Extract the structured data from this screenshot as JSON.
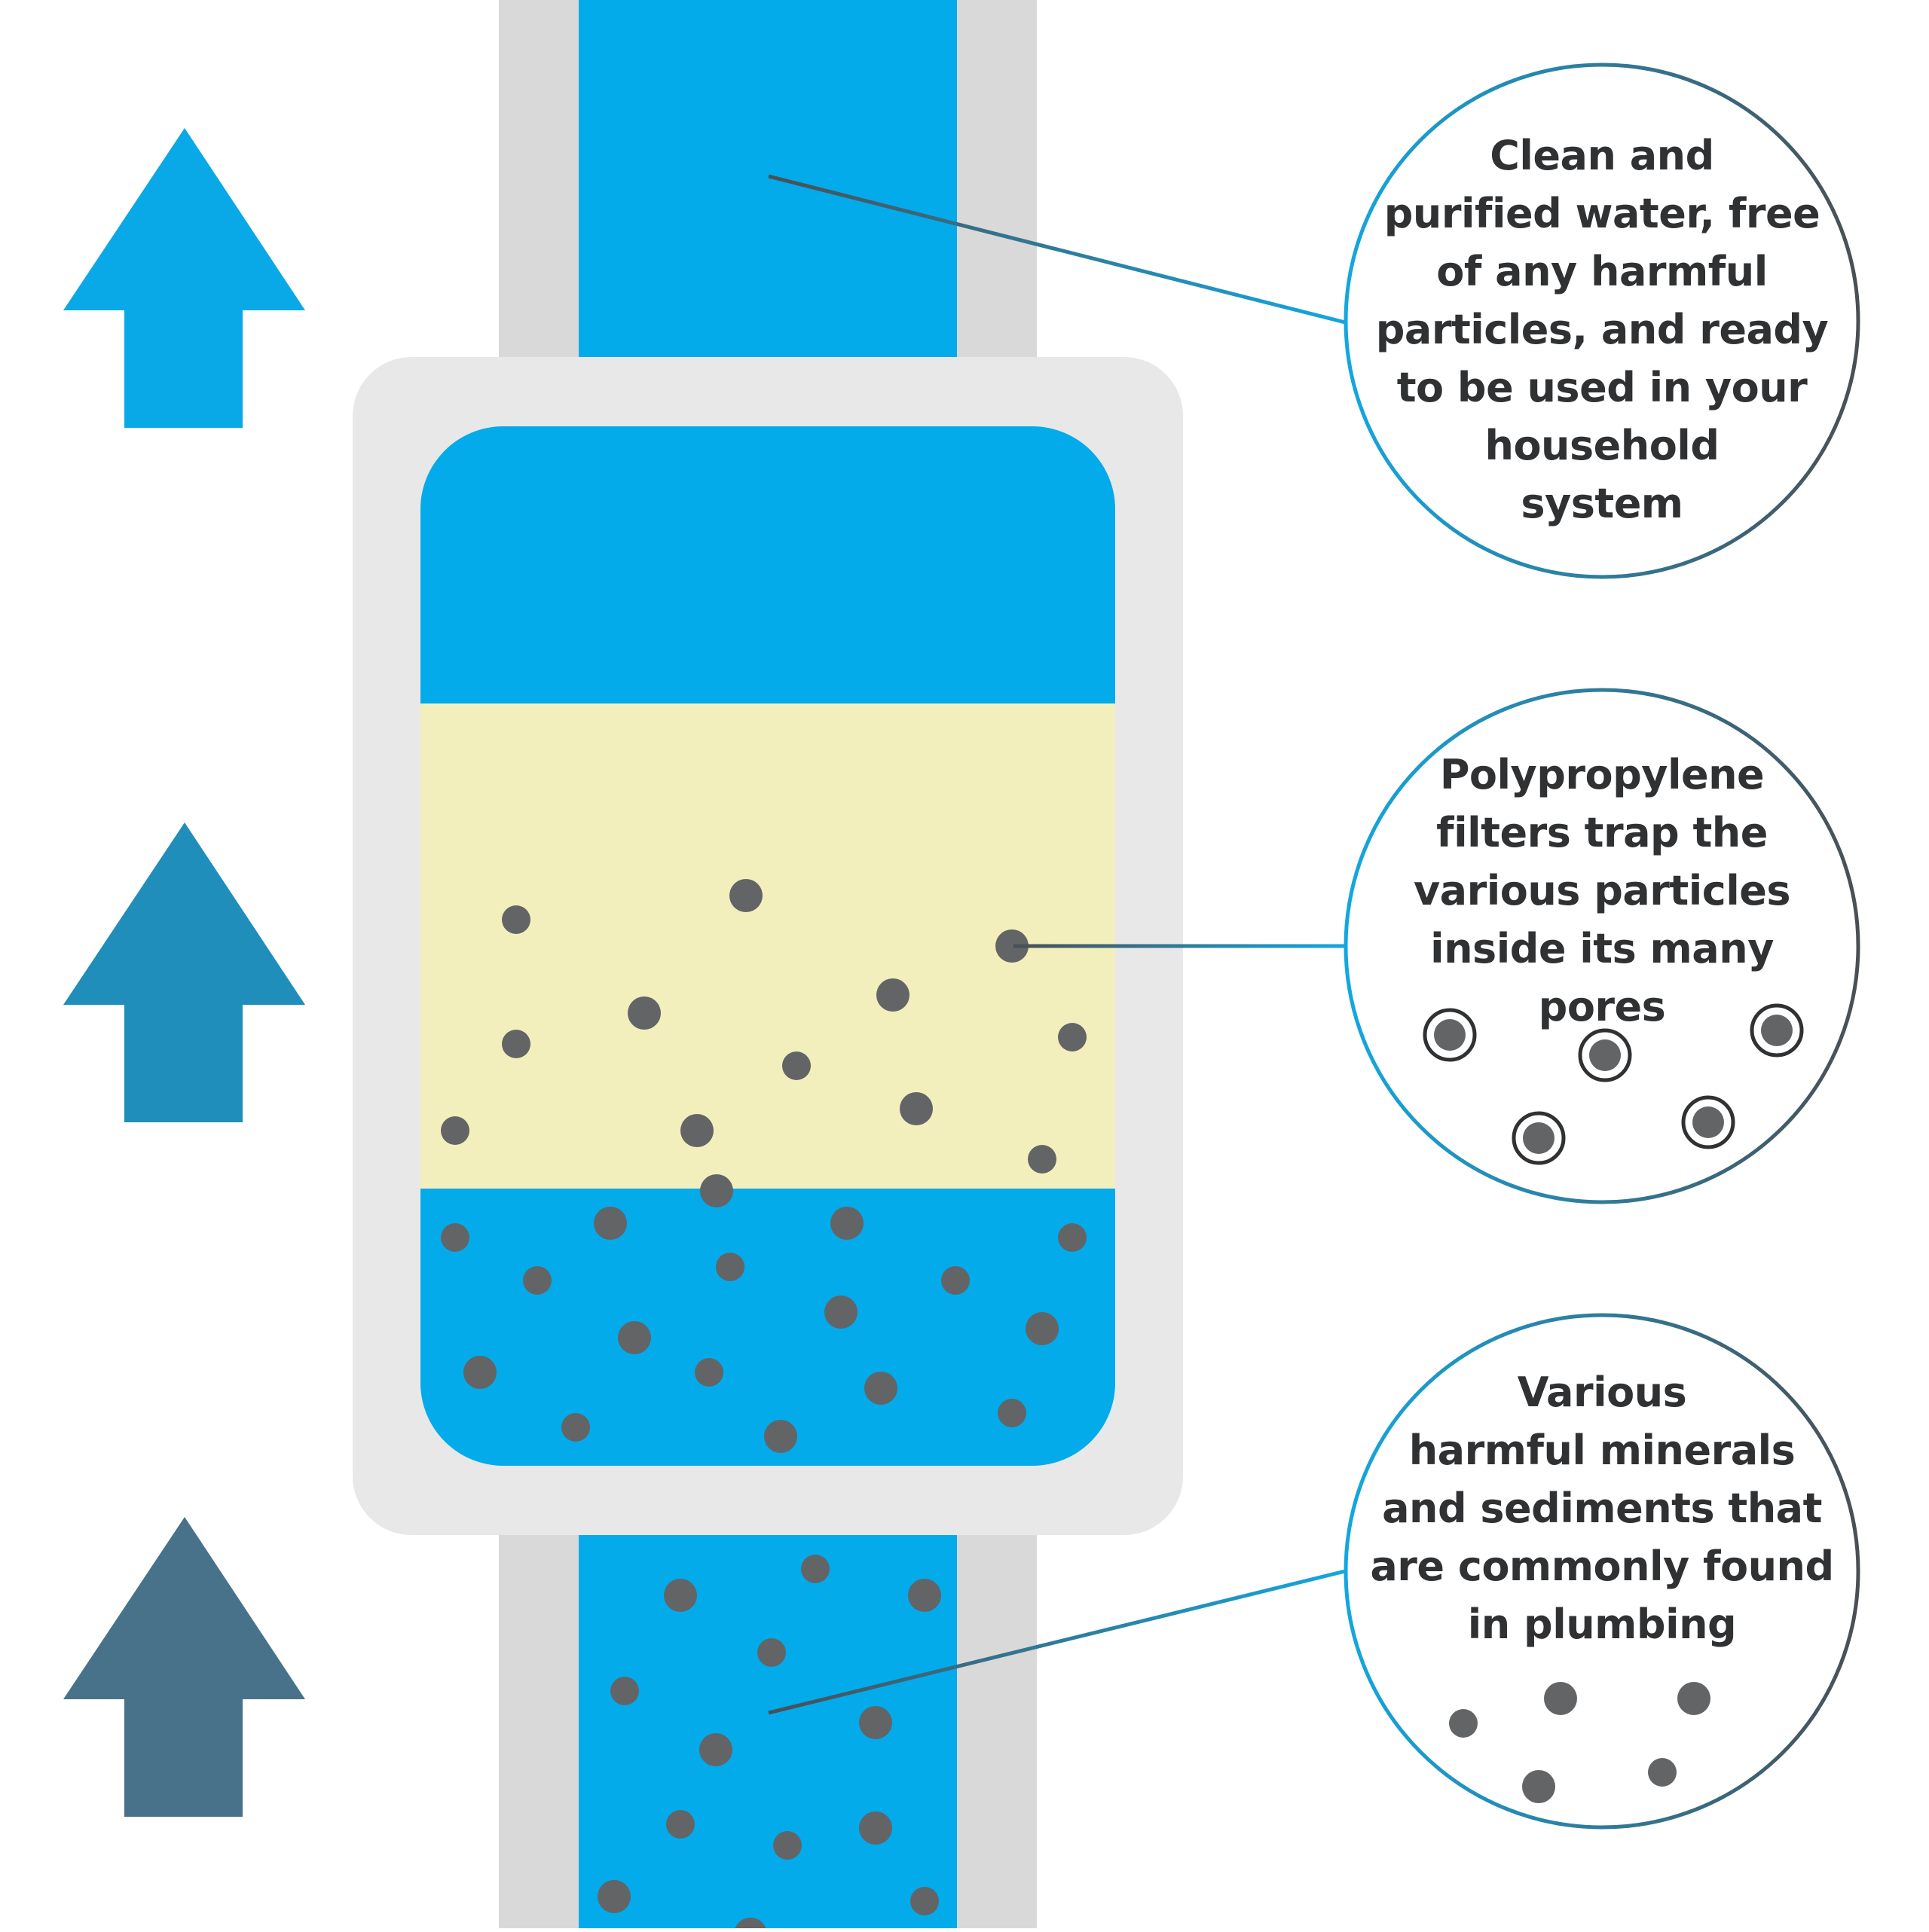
{
  "callouts": {
    "clean_water": {
      "text": "Clean and\npurified water, free\nof any harmful\nparticles, and ready\nto be used in your\nhousehold\nsystem"
    },
    "filter": {
      "text": "Polypropylene\nfilters trap the\nvarious particles\ninside its many pores"
    },
    "sediment": {
      "text": "Various\nharmful minerals\nand sediments that\nare commonly found\nin plumbing"
    }
  },
  "colors": {
    "water": "#03abea",
    "filter_media": "#f3efbd",
    "particle": "#636466",
    "housing": "#e8e8e8",
    "pipe_wall": "#d9d9d9",
    "arrow_top": "#08a9e6",
    "arrow_middle": "#1f8eba",
    "arrow_bottom": "#47728a",
    "callout_stroke_start": "#13a7df",
    "callout_stroke_end": "#4a4f55",
    "text": "#2f3133"
  },
  "icons": {
    "flow_arrows": "up-arrow-icon",
    "trapped_particle": "pore-ringed-particle-icon",
    "sediment_particle": "particle-dot-icon"
  }
}
